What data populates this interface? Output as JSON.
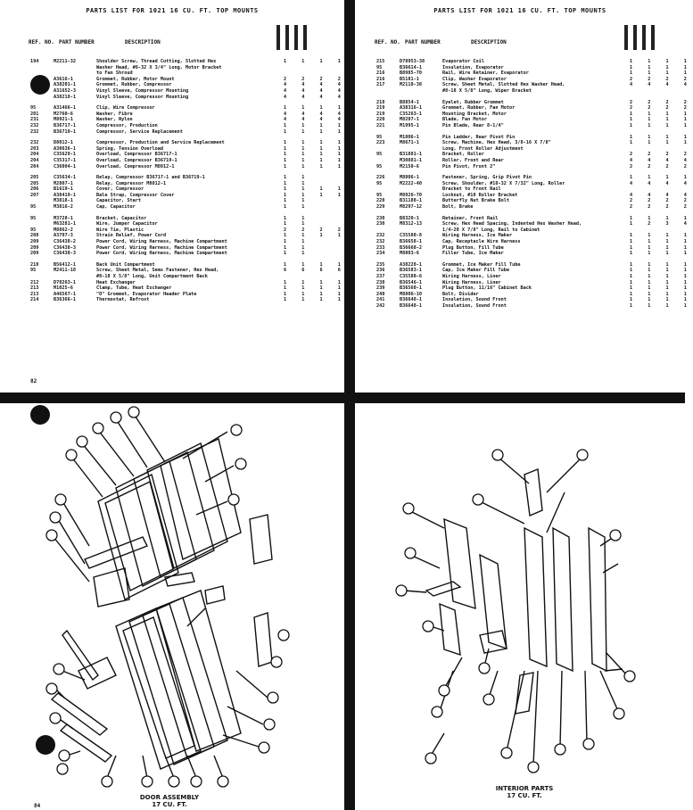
{
  "left_list": {
    "title": "PARTS LIST FOR 1021 16 CU. FT. TOP MOUNTS",
    "header": {
      "ref": "REF. NO.",
      "part": "PART NUMBER",
      "desc": "DESCRIPTION"
    },
    "page_number": "82",
    "rows": [
      {
        "ref": "194",
        "part": "M2211-32",
        "desc": "Shoulder Screw, Thread Cutting, Slotted Hex",
        "qty": "1 1 1 1"
      },
      {
        "ref": "",
        "part": "",
        "desc": "Washer Head, #6-32 X 3/4\" Long, Motor Bracket",
        "qty": ""
      },
      {
        "ref": "",
        "part": "",
        "desc": "to Fan Shroud",
        "qty": ""
      },
      {
        "ref": "",
        "part": "A3616-1",
        "desc": "Grommet, Rubber, Motor Mount",
        "qty": "2 2 2 2"
      },
      {
        "ref": "",
        "part": "A38201-1",
        "desc": "Grommet, Rubber, Compressor",
        "qty": "4 4 4 4"
      },
      {
        "ref": "",
        "part": "A31652-3",
        "desc": "Vinyl Sleeve, Compressor Mounting",
        "qty": "4 4 4 4"
      },
      {
        "ref": "",
        "part": "A38218-1",
        "desc": "Vinyl Sleeve, Compressor Mounting",
        "qty": "4 4 4 4"
      },
      {
        "ref": "95",
        "part": "A31466-1",
        "desc": "Clip, Wire Compressor",
        "qty": "1 1 1 1",
        "gap": true
      },
      {
        "ref": "201",
        "part": "M2760-6",
        "desc": "Washer, Fibre",
        "qty": "4 4 4 4"
      },
      {
        "ref": "231",
        "part": "M8921-1",
        "desc": "Washer, Nylon",
        "qty": "4 4 4 4"
      },
      {
        "ref": "232",
        "part": "B36717-1",
        "desc": "Compressor, Production",
        "qty": "1 1 1 1"
      },
      {
        "ref": "232",
        "part": "B36719-1",
        "desc": "Compressor, Service Replacement",
        "qty": "1 1 1 1"
      },
      {
        "ref": "232",
        "part": "D8012-1",
        "desc": "Compressor, Production and Service Replacement",
        "qty": "1 1 1 1",
        "gap": true
      },
      {
        "ref": "203",
        "part": "A30636-1",
        "desc": "Spring, Tension Overload",
        "qty": "1 1 1 1"
      },
      {
        "ref": "204",
        "part": "C35629-1",
        "desc": "Overload, Compressor B36717-1",
        "qty": "1 1 1 1"
      },
      {
        "ref": "204",
        "part": "C35317-1",
        "desc": "Overload, Compressor B36719-1",
        "qty": "1 1 1 1"
      },
      {
        "ref": "204",
        "part": "C36004-1",
        "desc": "Overload, Compressor M8012-1",
        "qty": "1 1 1 1"
      },
      {
        "ref": "205",
        "part": "C35634-1",
        "desc": "Relay, Compressor B36717-1 and B36719-1",
        "qty": "1 1",
        "gap": true
      },
      {
        "ref": "205",
        "part": "M2807-1",
        "desc": "Relay, Compressor M8012-1",
        "qty": "1 1"
      },
      {
        "ref": "206",
        "part": "B1619-1",
        "desc": "Cover, Compressor",
        "qty": "1 1 1 1"
      },
      {
        "ref": "207",
        "part": "A38419-1",
        "desc": "Bale Strap, Compressor Cover",
        "qty": "1 1 1 1"
      },
      {
        "ref": "",
        "part": "M3818-1",
        "desc": "Capacitor, Start",
        "qty": "1 1"
      },
      {
        "ref": "95",
        "part": "M3816-2",
        "desc": "Cap, Capacitor",
        "qty": "1 1"
      },
      {
        "ref": "95",
        "part": "M3728-1",
        "desc": "Bracket, Capacitor",
        "qty": "1 1",
        "gap": true
      },
      {
        "ref": "",
        "part": "M63281-1",
        "desc": "Wire, Jumper Capacitor",
        "qty": "1 1"
      },
      {
        "ref": "95",
        "part": "M8862-2",
        "desc": "Wire Tie, Plastic",
        "qty": "2 2 2 2"
      },
      {
        "ref": "208",
        "part": "A3797-3",
        "desc": "Strain Relief, Power Cord",
        "qty": "1 1 1 1"
      },
      {
        "ref": "209",
        "part": "C36438-2",
        "desc": "Power Cord, Wiring Harness, Machine Compartment",
        "qty": "1 1"
      },
      {
        "ref": "209",
        "part": "C36438-3",
        "desc": "Power Cord, Wiring Harness, Machine Compartment",
        "qty": "1 1"
      },
      {
        "ref": "209",
        "part": "C36438-3",
        "desc": "Power Cord, Wiring Harness, Machine Compartment",
        "qty": "1 1"
      },
      {
        "ref": "210",
        "part": "B56412-1",
        "desc": "Back Unit Compartment",
        "qty": "1 1 1 1",
        "gap": true
      },
      {
        "ref": "95",
        "part": "M2411-18",
        "desc": "Screw, Sheet Metal, Sems Fastener, Hex Head,",
        "qty": "6 6 6 6"
      },
      {
        "ref": "",
        "part": "",
        "desc": "#8-18 X 5/8\" Long, Unit Compartment Back",
        "qty": ""
      },
      {
        "ref": "212",
        "part": "D78263-1",
        "desc": "Heat Exchanger",
        "qty": "1 1 1 1"
      },
      {
        "ref": "213",
        "part": "M1025-6",
        "desc": "Clamp, Tube, Heat Exchanger",
        "qty": "1 1 1 1"
      },
      {
        "ref": "213",
        "part": "A46567-1",
        "desc": "\"O\" Grommet, Evaporator Header Plate",
        "qty": "1 1 1 1"
      },
      {
        "ref": "214",
        "part": "B36366-1",
        "desc": "Thermostat, Refrost",
        "qty": "1 1 1 1"
      }
    ]
  },
  "right_list": {
    "title": "PARTS LIST FOR 1021 16 CU. FT. TOP MOUNTS",
    "header": {
      "ref": "REF. NO.",
      "part": "PART NUMBER",
      "desc": "DESCRIPTION"
    },
    "rows": [
      {
        "ref": "215",
        "part": "D78953-38",
        "desc": "Evaporator Coil",
        "qty": "1 1 1 1"
      },
      {
        "ref": "95",
        "part": "B36614-1",
        "desc": "Insulation, Evaporator",
        "qty": "1 1 1 1"
      },
      {
        "ref": "216",
        "part": "B8985-70",
        "desc": "Rail, Wire Retainer, Evaporator",
        "qty": "1 1 1 1"
      },
      {
        "ref": "216",
        "part": "B5181-1",
        "desc": "Clip, Washer Evaporator",
        "qty": "2 2 2 2"
      },
      {
        "ref": "217",
        "part": "M2110-38",
        "desc": "Screw, Sheet Metal, Slotted Hex Washer Head,",
        "qty": "4 4 4 4"
      },
      {
        "ref": "",
        "part": "",
        "desc": "#8-18 X 5/8\" Long, Wiper Bracket",
        "qty": ""
      },
      {
        "ref": "218",
        "part": "B8854-1",
        "desc": "Eyelet, Rubber Grommet",
        "qty": "2 2 2 2",
        "gap": true
      },
      {
        "ref": "219",
        "part": "A38316-1",
        "desc": "Grommet, Rubber, Fan Motor",
        "qty": "2 2 2 2"
      },
      {
        "ref": "219",
        "part": "C35263-1",
        "desc": "Mounting Bracket, Motor",
        "qty": "1 1 1 1"
      },
      {
        "ref": "220",
        "part": "M8207-1",
        "desc": "Blade, Fan Motor",
        "qty": "1 1 1 1"
      },
      {
        "ref": "221",
        "part": "M1995-1",
        "desc": "Pin Blade, Rear 8-1/4\"",
        "qty": "1 1 1 1"
      },
      {
        "ref": "95",
        "part": "M1806-1",
        "desc": "Pin Ladder, Rear Pivot Pin",
        "qty": "1 1 1 1",
        "gap": true
      },
      {
        "ref": "223",
        "part": "M8671-1",
        "desc": "Screw, Machine, Hex Head, 3/8-16 X 7/8\"",
        "qty": "1 1 1 1"
      },
      {
        "ref": "",
        "part": "",
        "desc": "Long, Front Roller Adjustment",
        "qty": ""
      },
      {
        "ref": "95",
        "part": "B31881-1",
        "desc": "Bracket, Roller",
        "qty": "2 2 2 2"
      },
      {
        "ref": "",
        "part": "M30881-1",
        "desc": "Roller, Front and Rear",
        "qty": "4 4 4 4"
      },
      {
        "ref": "95",
        "part": "M2150-6",
        "desc": "Pin Pivot, Front 2\"",
        "qty": "2 2 2 2"
      },
      {
        "ref": "226",
        "part": "M8806-1",
        "desc": "Fastener, Spring, Grip Pivot Pin",
        "qty": "1 1 1 1",
        "gap": true
      },
      {
        "ref": "95",
        "part": "M2222-40",
        "desc": "Screw, Shoulder, #10-32 X 7/32\" Long, Roller",
        "qty": "4 4 4 4"
      },
      {
        "ref": "",
        "part": "",
        "desc": "Bracket to Front Rail",
        "qty": ""
      },
      {
        "ref": "95",
        "part": "M8926-70",
        "desc": "Locknut, #10 Roller Bracket",
        "qty": "4 4 4 4"
      },
      {
        "ref": "228",
        "part": "B31188-1",
        "desc": "Butterfly Nut Brake Bolt",
        "qty": "2 2 2 2"
      },
      {
        "ref": "229",
        "part": "M8297-12",
        "desc": "Bolt, Brake",
        "qty": "2 2 2 2"
      },
      {
        "ref": "230",
        "part": "B8320-1",
        "desc": "Retainer, Front Rail",
        "qty": "1 1 1 1",
        "gap": true
      },
      {
        "ref": "230",
        "part": "M8312-13",
        "desc": "Screw, Hex Head Spacing, Indented Hex Washer Head,",
        "qty": "1 2 3 4"
      },
      {
        "ref": "",
        "part": "",
        "desc": "1/4-20 X 7/8\" Long, Rail to Cabinet",
        "qty": ""
      },
      {
        "ref": "232",
        "part": "C35580-8",
        "desc": "Wiring Harness, Ice Maker",
        "qty": "1 1 1 1"
      },
      {
        "ref": "232",
        "part": "B36658-1",
        "desc": "Cap, Receptacle Wire Harness",
        "qty": "1 1 1 1"
      },
      {
        "ref": "233",
        "part": "B36668-2",
        "desc": "Plug Button, Fill Tube",
        "qty": "1 1 1 1"
      },
      {
        "ref": "234",
        "part": "M8803-6",
        "desc": "Filler Tube, Ice Maker",
        "qty": "1 1 1 1"
      },
      {
        "ref": "235",
        "part": "A38228-1",
        "desc": "Grommet, Ice Maker Fill Tube",
        "qty": "1 1 1 1",
        "gap": true
      },
      {
        "ref": "236",
        "part": "B36583-1",
        "desc": "Cap, Ice Maker Fill Tube",
        "qty": "1 1 1 1"
      },
      {
        "ref": "237",
        "part": "C35580-6",
        "desc": "Wiring Harness, Liner",
        "qty": "1 1 1 1"
      },
      {
        "ref": "238",
        "part": "B36546-1",
        "desc": "Wiring Harness, Liner",
        "qty": "1 1 1 1"
      },
      {
        "ref": "239",
        "part": "B36560-1",
        "desc": "Plug Button, 11/16\" Cabinet Back",
        "qty": "1 1 1 1"
      },
      {
        "ref": "240",
        "part": "M8806-10",
        "desc": "Bolt, Divider",
        "qty": "1 1 1 1"
      },
      {
        "ref": "241",
        "part": "B36648-1",
        "desc": "Insulation, Sound Front",
        "qty": "1 1 1 1"
      },
      {
        "ref": "242",
        "part": "B36648-1",
        "desc": "Insulation, Sound Front",
        "qty": "1 1 1 1"
      }
    ]
  },
  "door_assembly": {
    "caption_line1": "DOOR ASSEMBLY",
    "caption_line2": "17 CU. FT.",
    "page_number": "84"
  },
  "interior_parts": {
    "caption_line1": "INTERIOR PARTS",
    "caption_line2": "17 CU. FT."
  }
}
